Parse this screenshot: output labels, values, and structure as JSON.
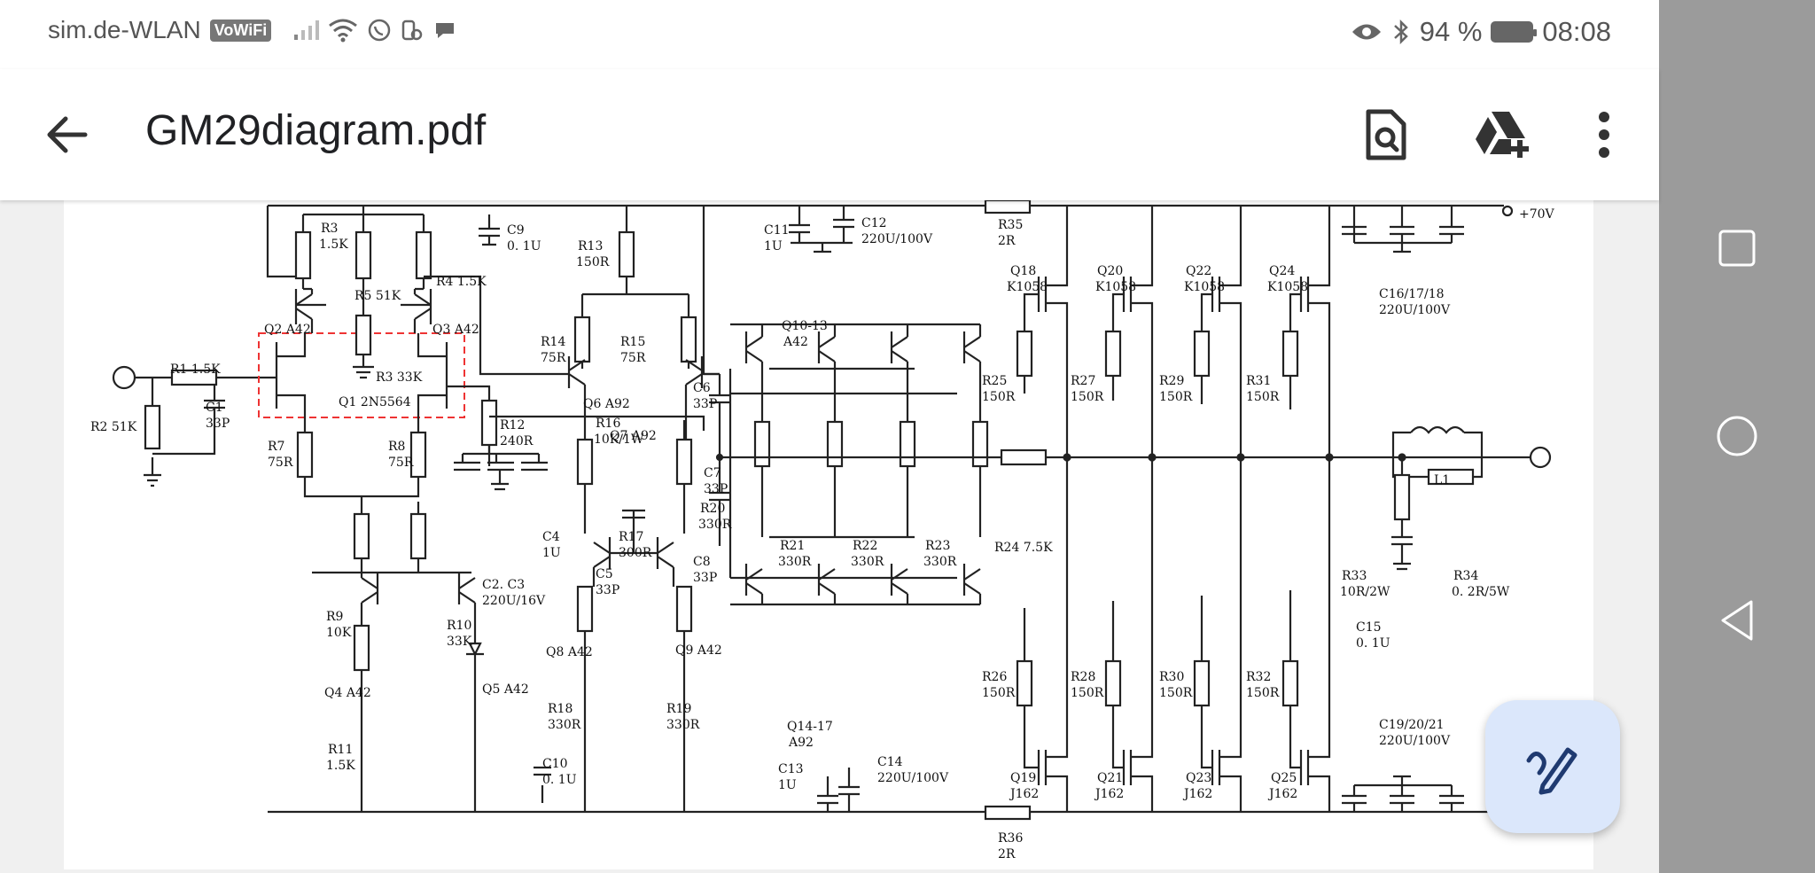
{
  "status": {
    "carrier": "sim.de-WLAN",
    "vowifi": "VoWiFi",
    "battery": "94 %",
    "time": "08:08"
  },
  "appbar": {
    "title": "GM29diagram.pdf",
    "icons": [
      "back-arrow-icon",
      "doc-search-icon",
      "drive-add-icon",
      "more-vert-icon"
    ]
  },
  "diagram": {
    "labels": {
      "r1": "R1 1.5K",
      "r2": "R2 51K",
      "c1": "C1",
      "c1v": "33P",
      "r3a": "R3",
      "r3av": "1.5K",
      "r5": "R5 51K",
      "r4": "R4 1.5K",
      "c9": "C9",
      "c9v": "0. 1U",
      "r13": "R13",
      "r13v": "150R",
      "c11": "C11",
      "c11v": "1U",
      "c12": "C12",
      "c12v": "220U/100V",
      "r35": "R35",
      "r35v": "2R",
      "v70": "+70V",
      "q2": "Q2 A42",
      "q3": "Q3 A42",
      "r3b": "R3 33K",
      "q1": "Q1 2N5564",
      "r14": "R14",
      "r14v": "75R",
      "r15": "R15",
      "r15v": "75R",
      "q6": "Q6 A92",
      "q7": "Q7 A92",
      "c6": "C6",
      "c6v": "33P",
      "q1013": "Q10-13",
      "q1013v": "A42",
      "q18": "Q18",
      "q18v": "K1058",
      "q20": "Q20",
      "q20v": "K1058",
      "q22": "Q22",
      "q22v": "K1058",
      "q24": "Q24",
      "q24v": "K1058",
      "c161718": "C16/17/18",
      "c161718v": "220U/100V",
      "r25": "R25",
      "r25v": "150R",
      "r27": "R27",
      "r27v": "150R",
      "r29": "R29",
      "r29v": "150R",
      "r31": "R31",
      "r31v": "150R",
      "r7": "R7",
      "r7v": "75R",
      "r8": "R8",
      "r8v": "75R",
      "r12": "R12",
      "r12v": "240R",
      "r16": "R16",
      "r16v": "10K/1W",
      "c7": "C7",
      "c7v": "33P",
      "r20": "R20",
      "r20v": "330R",
      "r21": "R21",
      "r21v": "330R",
      "r22": "R22",
      "r22v": "330R",
      "r23": "R23",
      "r23v": "330R",
      "r24": "R24 7.5K",
      "l1": "L1",
      "c4": "C4",
      "c4v": "1U",
      "c23": "C2. C3",
      "c23v": "220U/16V",
      "r17": "R17",
      "r17v": "300R",
      "c5": "C5",
      "c5v": "33P",
      "c8": "C8",
      "c8v": "33P",
      "r33": "R33",
      "r33v": "10R/2W",
      "r34": "R34",
      "r34v": "0. 2R/5W",
      "c15": "C15",
      "c15v": "0. 1U",
      "r9": "R9",
      "r9v": "10K",
      "r10": "R10",
      "r10v": "33K",
      "q8": "Q8 A42",
      "q9": "Q9 A42",
      "q4": "Q4 A42",
      "q5": "Q5 A42",
      "r18": "R18",
      "r18v": "330R",
      "r19": "R19",
      "r19v": "330R",
      "q1417": "Q14-17",
      "q1417v": "A92",
      "r26": "R26",
      "r26v": "150R",
      "r28": "R28",
      "r28v": "150R",
      "r30": "R30",
      "r30v": "150R",
      "r32": "R32",
      "r32v": "150R",
      "c192021": "C19/20/21",
      "c192021v": "220U/100V",
      "r11": "R11",
      "r11v": "1.5K",
      "c10": "C10",
      "c10v": "0. 1U",
      "c13": "C13",
      "c13v": "1U",
      "c14": "C14",
      "c14v": "220U/100V",
      "q19": "Q19",
      "q19v": "J162",
      "q21": "Q21",
      "q21v": "J162",
      "q23": "Q23",
      "q23v": "J162",
      "q25": "Q25",
      "q25v": "J162",
      "r36": "R36",
      "r36v": "2R"
    }
  },
  "nav": {
    "icons": [
      "recents-square-icon",
      "home-circle-icon",
      "back-triangle-icon"
    ]
  },
  "fab": {
    "icon": "edit-pen-icon"
  }
}
